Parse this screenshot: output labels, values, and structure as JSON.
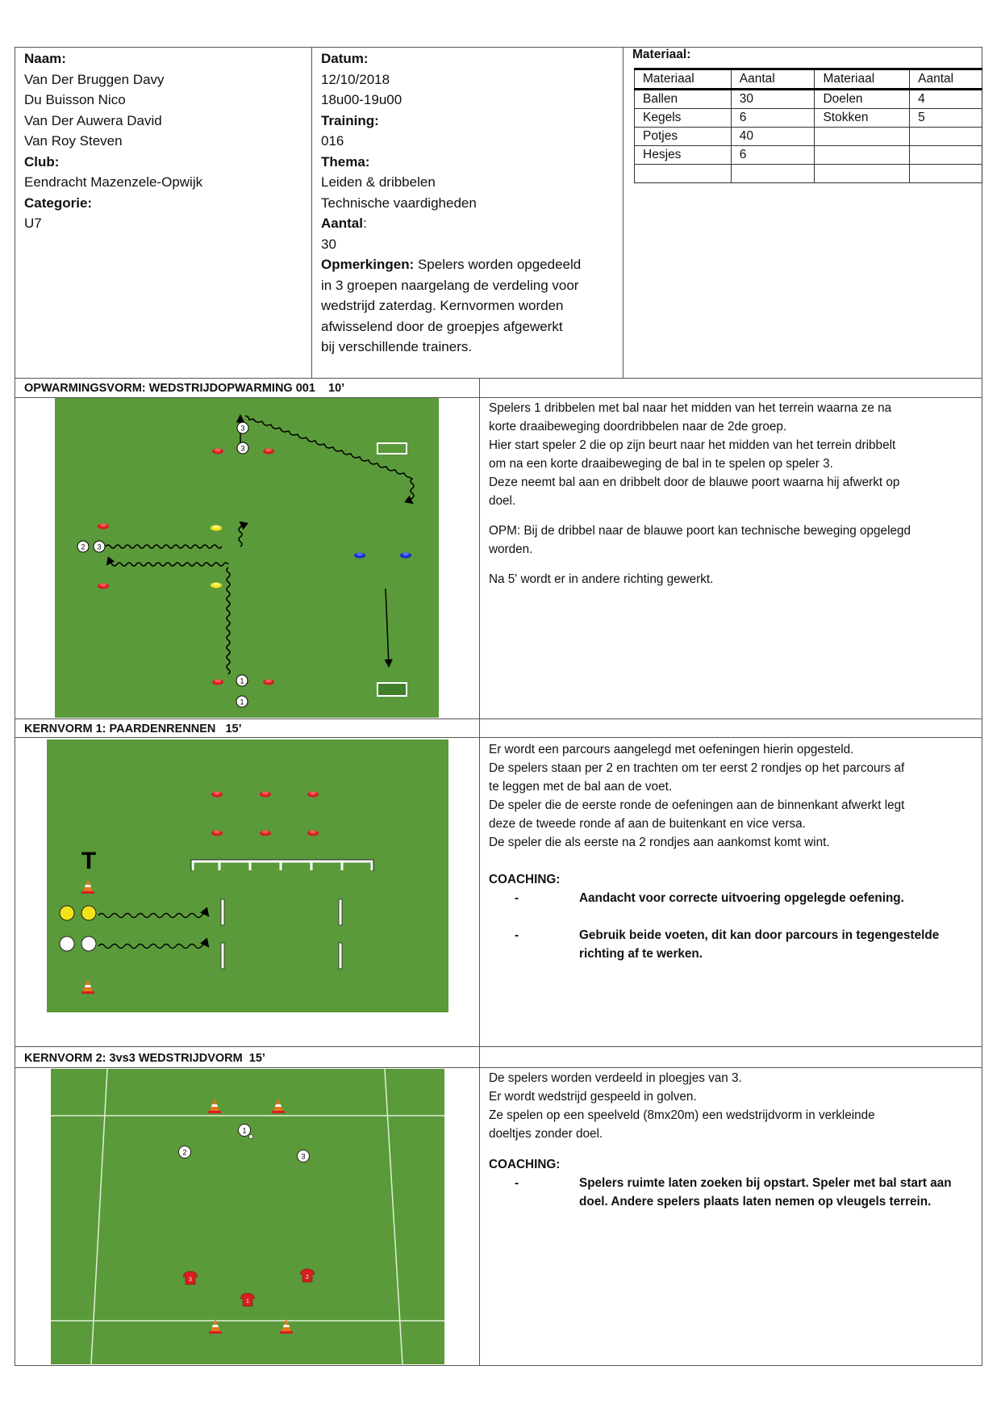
{
  "header": {
    "naam_label": "Naam:",
    "names": [
      "Van Der Bruggen Davy",
      "Du Buisson Nico",
      "Van Der Auwera David",
      "Van Roy Steven"
    ],
    "club_label": "Club:",
    "club": "Eendracht Mazenzele-Opwijk",
    "categorie_label": "Categorie:",
    "categorie": "U7",
    "datum_label": "Datum:",
    "datum": "12/10/2018",
    "tijd": "18u00-19u00",
    "training_label": "Training:",
    "training": "016",
    "thema_label": "Thema:",
    "thema_lines": [
      "Leiden & dribbelen",
      "Technische vaardigheden"
    ],
    "aantal_label": "Aantal",
    "aantal_colon": ":",
    "aantal": "30",
    "opm_label": "Opmerkingen:",
    "opm_lines": [
      " Spelers worden opgedeeld",
      "in 3 groepen naargelang de verdeling voor",
      "wedstrijd zaterdag. Kernvormen worden",
      "afwisselend door de groepjes afgewerkt",
      "bij verschillende trainers."
    ],
    "materiaal_label": "Materiaal:"
  },
  "material_table": {
    "headers": [
      "Materiaal",
      "Aantal",
      "Materiaal",
      "Aantal"
    ],
    "rows": [
      [
        "Ballen",
        "30",
        "Doelen",
        "4"
      ],
      [
        "Kegels",
        "6",
        "Stokken",
        "5"
      ],
      [
        "Potjes",
        "40",
        "",
        ""
      ],
      [
        "Hesjes",
        "6",
        "",
        ""
      ],
      [
        "",
        "",
        "",
        ""
      ]
    ]
  },
  "sections": [
    {
      "title": "OPWARMINGSVORM: WEDSTRIJDOPWARMING 001    10’",
      "paragraphs": [
        [
          "Spelers 1 dribbelen met bal naar het midden van het terrein waarna ze na",
          "korte draaibeweging doordribbelen naar de 2de groep.",
          "Hier start speler 2 die op zijn beurt naar het midden van het terrein dribbelt",
          "om na een korte draaibeweging de bal in te spelen op speler 3.",
          "Deze neemt bal aan en dribbelt door de blauwe poort waarna hij afwerkt op",
          "doel."
        ],
        [
          "OPM: Bij de dribbel naar de blauwe poort kan technische beweging opgelegd",
          "worden."
        ],
        [
          "Na 5' wordt er in andere richting gewerkt."
        ]
      ]
    },
    {
      "title": "KERNVORM 1: PAARDENRENNEN   15’",
      "lines": [
        "Er wordt een parcours aangelegd met oefeningen hierin opgesteld.",
        "De spelers staan per 2 en trachten om ter eerst 2 rondjes op het parcours af",
        "te leggen met de bal aan de voet.",
        "De speler die de eerste ronde de oefeningen aan de binnenkant afwerkt legt",
        "deze de tweede ronde af aan de buitenkant en vice versa.",
        "De speler die als eerste na 2 rondjes aan aankomst komt wint."
      ],
      "coaching_label": "COACHING:",
      "coaching": [
        {
          "dash": "-",
          "lines": [
            "Aandacht voor correcte uitvoering opgelegde oefening."
          ]
        },
        {
          "dash": "-",
          "lines": [
            "Gebruik beide voeten, dit kan door parcours in tegengestelde",
            "richting af te werken."
          ]
        }
      ]
    },
    {
      "title": "KERNVORM 2: 3vs3 WEDSTRIJDVORM  15’",
      "lines": [
        "De spelers worden verdeeld in ploegjes van 3.",
        "Er wordt wedstrijd gespeeld in golven.",
        "Ze spelen op een speelveld (8mx20m) een wedstrijdvorm in verkleinde",
        "doeltjes zonder doel."
      ],
      "coaching_label": "COACHING:",
      "coaching": [
        {
          "dash": "-",
          "lines": [
            "Spelers ruimte laten zoeken bij opstart. Speler met bal start aan",
            "doel. Andere spelers plaats laten nemen op vleugels terrein."
          ]
        }
      ]
    }
  ],
  "diagram1": {
    "player_numbers": [
      "3",
      "3",
      "2",
      "3",
      "1",
      "1"
    ]
  },
  "diagram1_legend": {
    "field_color": "#5a9a3a"
  },
  "diagram2": {
    "sign_letter": "T"
  },
  "diagram3": {
    "white_players": [
      "1",
      "2",
      "3"
    ],
    "red_players": [
      "3",
      "2",
      "1"
    ]
  },
  "colors": {
    "field": "#5a9a3a",
    "field_dark": "#4f8f33",
    "cone_red": "#d42020",
    "cone_yellow": "#f2e21a",
    "cone_blue": "#1a2fd0",
    "border": "#444444"
  }
}
